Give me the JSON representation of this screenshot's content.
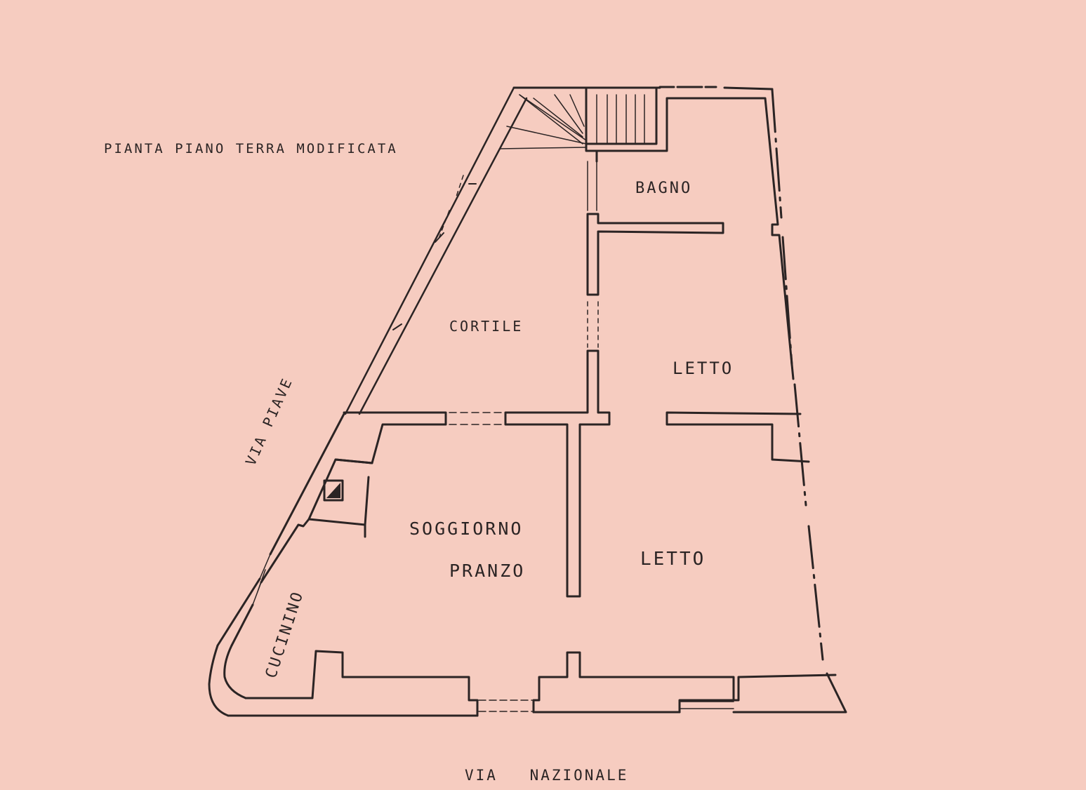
{
  "drawing": {
    "title": "PIANTA PIANO TERRA MODIFICATA",
    "colors": {
      "paper": "#f6ccc0",
      "ink": "#2b2424"
    },
    "streets": {
      "south": "VIA NAZIONALE",
      "west": "VIA PIAVE"
    },
    "rooms": {
      "bathroom": "BAGNO",
      "courtyard": "CORTILE",
      "bedroom_upper": "LETTO",
      "bedroom_lower": "LETTO",
      "living": "SOGGIORNO",
      "dining": "PRANZO",
      "kitchenette": "CUCININO"
    },
    "symbols": [
      "staircase-icon",
      "chimney-flue-icon"
    ]
  }
}
